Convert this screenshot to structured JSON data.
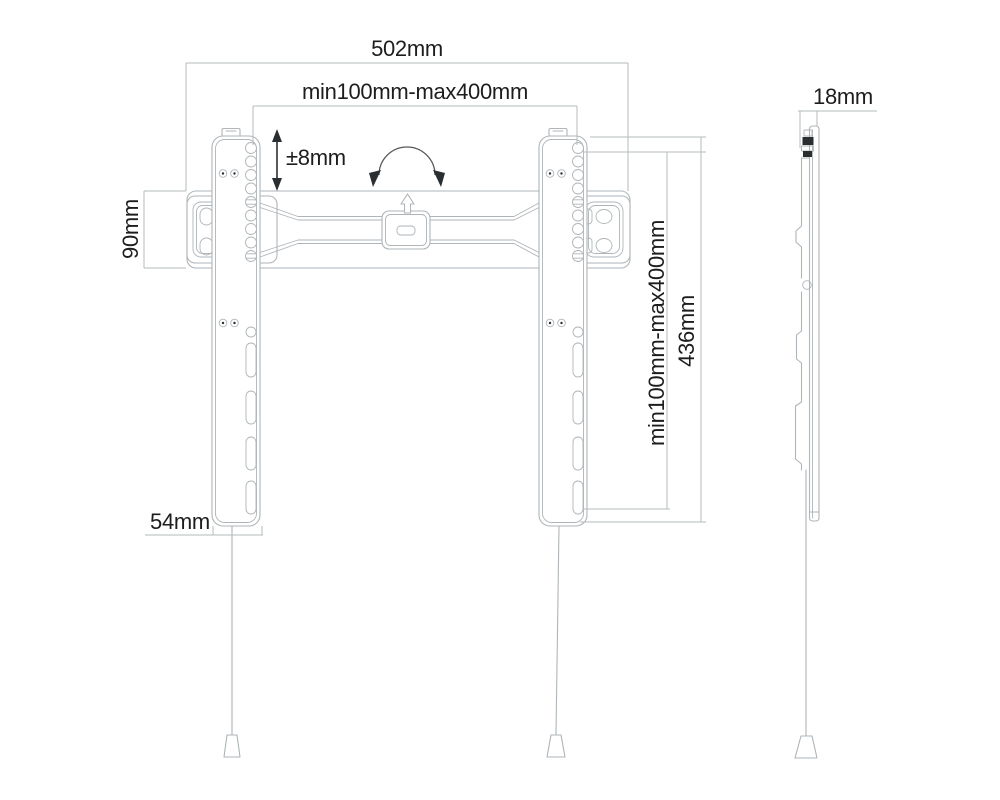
{
  "drawing": {
    "background": "#ffffff",
    "colors": {
      "part_line": "#afb5b8",
      "dim_line": "#b6bbbe",
      "text": "#1d1d1d",
      "dark": "#2b2e30"
    },
    "dimensions": {
      "overall_width": "502mm",
      "vesa_width_range": "min100mm-max400mm",
      "height_adjustment": "±8mm",
      "wall_plate_height": "90mm",
      "bracket_width": "54mm",
      "vesa_height_range": "min100mm-max400mm",
      "bracket_height": "436mm",
      "profile_depth": "18mm"
    }
  }
}
